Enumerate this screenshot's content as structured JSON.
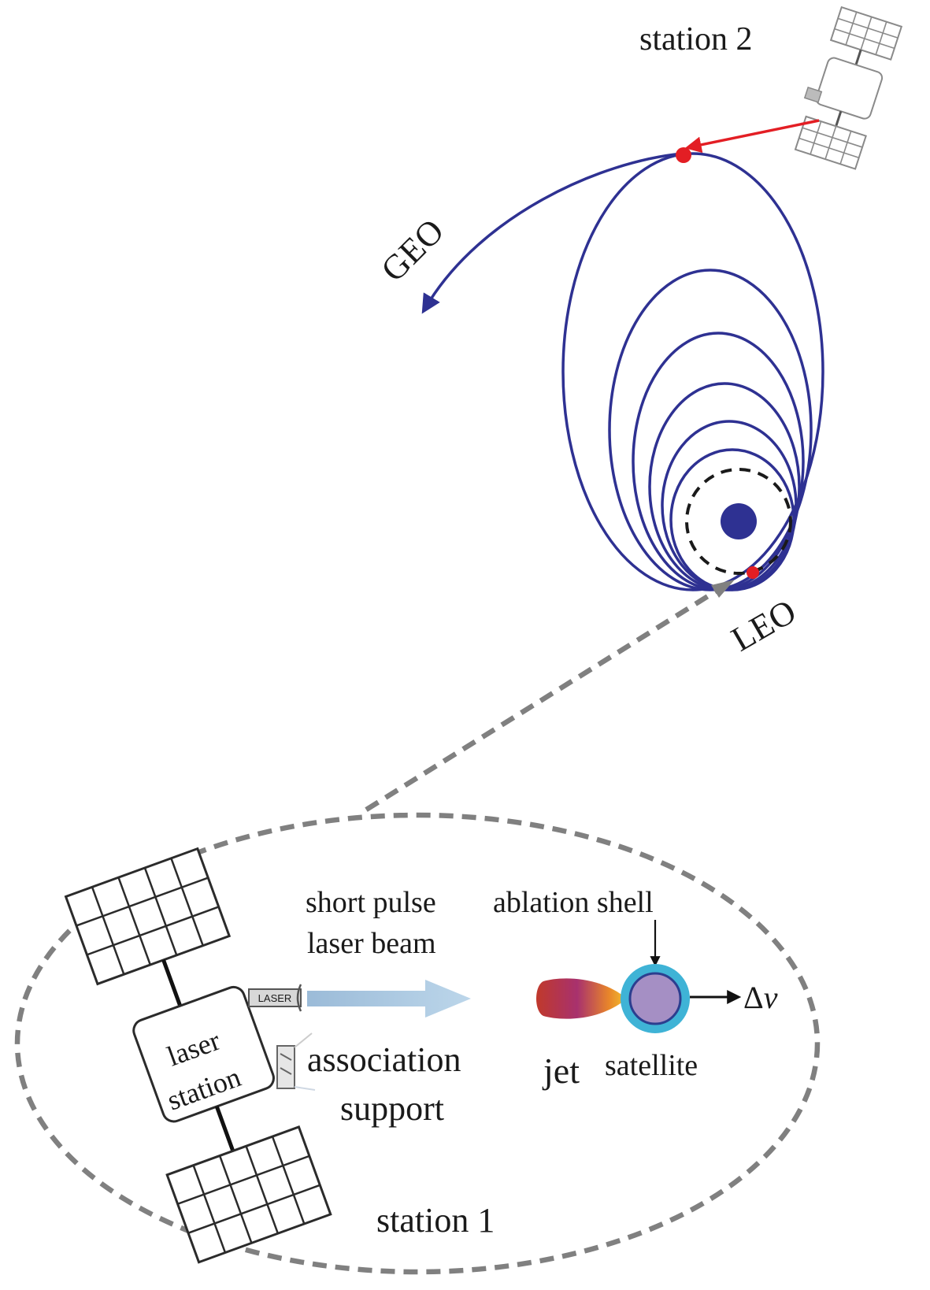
{
  "labels": {
    "station2": "station 2",
    "geo": "GEO",
    "leo": "LEO",
    "short_pulse": "short pulse",
    "laser_beam": "laser beam",
    "ablation_shell": "ablation shell",
    "laser_station_line1": "laser",
    "laser_station_line2": "station",
    "laser_box": "LASER",
    "association": "association",
    "support": "support",
    "jet": "jet",
    "satellite": "satellite",
    "delta_v_symbol": "Δ",
    "delta_v_var": "v",
    "station1": "station 1"
  },
  "colors": {
    "orbit": "#2e3192",
    "earth": "#2e3192",
    "laser_link": "#e31e24",
    "burn_point": "#e31e24",
    "dashed_leader": "#808080",
    "beam": "#a9c7e0",
    "shell": "#3fb3d6",
    "satellite_core": "#a58fc4"
  },
  "icons": {
    "station2": "satellite-icon",
    "station1": "satellite-icon",
    "earth": "earth-icon"
  }
}
